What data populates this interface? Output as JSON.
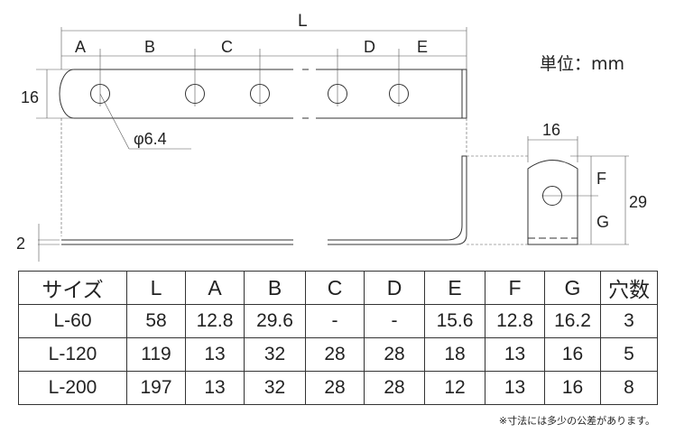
{
  "drawing": {
    "dim_labels": {
      "L": "L",
      "A": "A",
      "B": "B",
      "C": "C",
      "D": "D",
      "E": "E",
      "F": "F",
      "G": "G"
    },
    "width": "16",
    "thickness": "2",
    "hole_diameter": "φ6.4",
    "side_width": "16",
    "side_height": "29"
  },
  "unit_label": "単位：mm",
  "table": {
    "headers": [
      "サイズ",
      "L",
      "A",
      "B",
      "C",
      "D",
      "E",
      "F",
      "G",
      "穴数"
    ],
    "rows": [
      [
        "L-60",
        "58",
        "12.8",
        "29.6",
        "-",
        "-",
        "15.6",
        "12.8",
        "16.2",
        "3"
      ],
      [
        "L-120",
        "119",
        "13",
        "32",
        "28",
        "28",
        "18",
        "13",
        "16",
        "5"
      ],
      [
        "L-200",
        "197",
        "13",
        "32",
        "28",
        "28",
        "12",
        "13",
        "16",
        "8"
      ]
    ]
  },
  "note": "※寸法には多少の公差があります。"
}
